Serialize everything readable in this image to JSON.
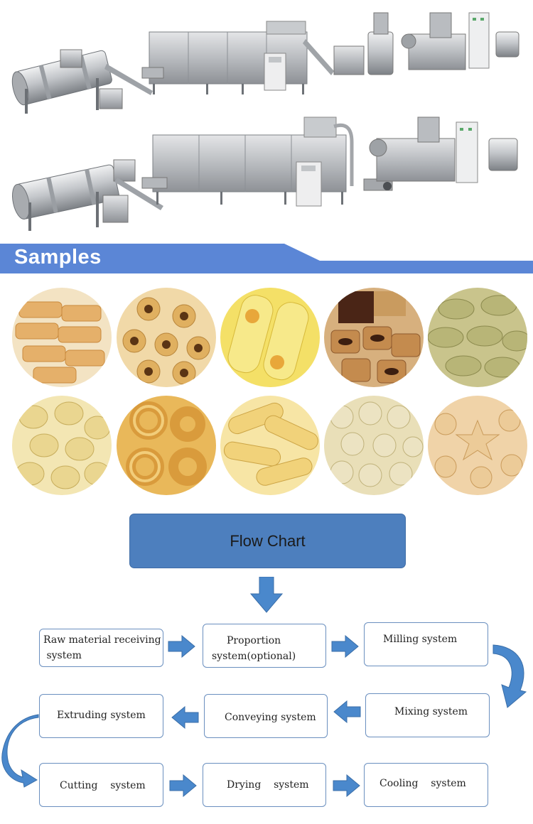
{
  "banner": {
    "title": "Samples"
  },
  "flow": {
    "title": "Flow Chart",
    "steps": [
      "Raw material receiving\n system",
      "Proportion\nsystem(optional)",
      "Milling system",
      "Mixing system",
      "Conveying system",
      "Extruding system",
      "Cutting    system",
      "Drying    system",
      "Cooling    system"
    ]
  },
  "colors": {
    "banner_blue": "#5b86d6",
    "flow_header": "#4d7fbe",
    "arrow_blue": "#4a88cc",
    "box_border": "#6a8fbf"
  }
}
